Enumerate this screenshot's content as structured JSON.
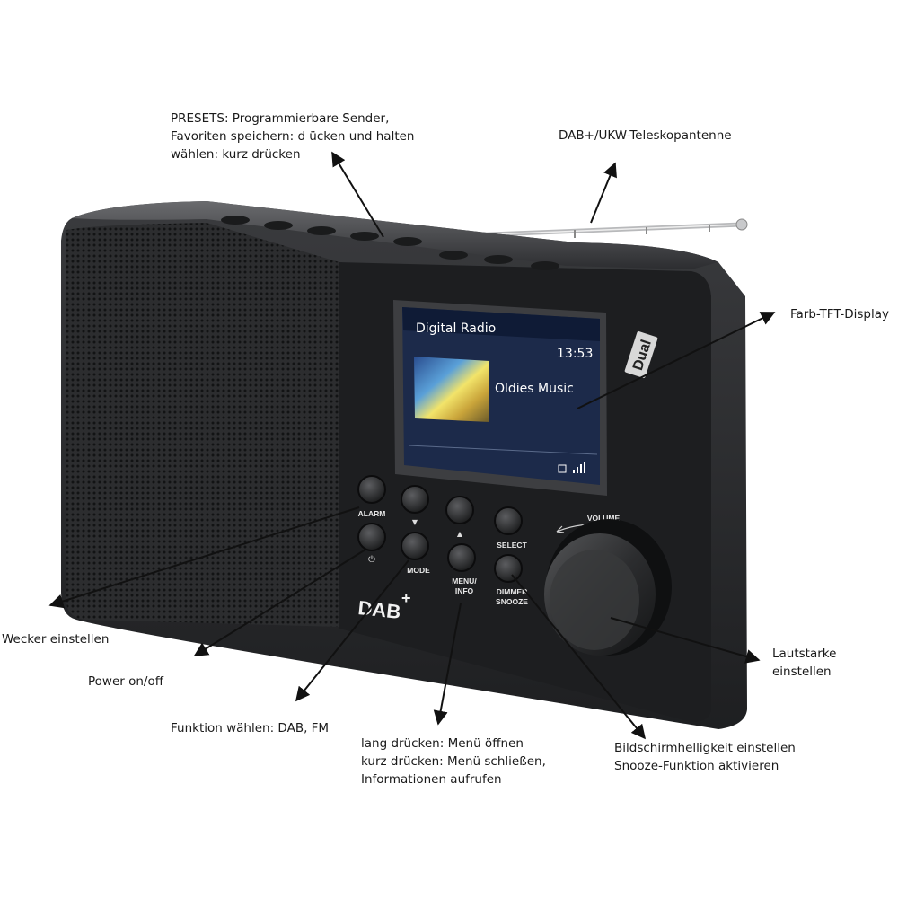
{
  "device": {
    "brand": "Dual",
    "dab_logo": "DAB",
    "display": {
      "title": "Digital Radio",
      "time": "13:53",
      "station": "Oldies Music"
    },
    "buttons": {
      "alarm": "ALARM",
      "mode": "MODE",
      "menu_line1": "MENU/",
      "menu_line2": "INFO",
      "select": "SELECT",
      "dimmer_line1": "DIMMER",
      "dimmer_line2": "SNOOZE",
      "volume": "VOLUME"
    }
  },
  "annotations": {
    "presets": {
      "line1": "PRESETS: Programmierbare Sender,",
      "line2": "Favoriten speichern: d ücken und halten",
      "line3": "wählen: kurz drücken"
    },
    "antenna": "DAB+/UKW-Teleskopantenne",
    "display": "Farb-TFT-Display",
    "alarm": "Wecker einstellen",
    "power": "Power on/off",
    "mode": "Funktion wählen: DAB, FM",
    "menu": {
      "line1": "lang drücken: Menü öffnen",
      "line2": "kurz drücken: Menü schließen,",
      "line3": "Informationen aufrufen"
    },
    "dimmer": {
      "line1": "Bildschirmhelligkeit einstellen",
      "line2": "Snooze-Funktion aktivieren"
    },
    "volume": {
      "line1": "Lautstarke",
      "line2": "einstellen"
    }
  },
  "colors": {
    "body": "#2a2b2d",
    "panel": "#1d1e20",
    "grille": "#353638",
    "screen": "#1c2a4a",
    "arrow": "#111111"
  }
}
